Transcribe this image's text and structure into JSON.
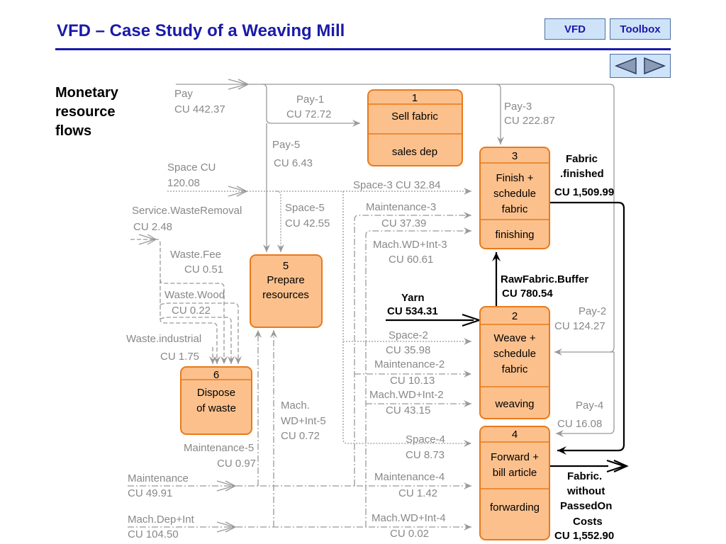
{
  "header": {
    "title": "VFD – Case Study of a Weaving Mill",
    "vfd_label": "VFD",
    "toolbox_label": "Toolbox"
  },
  "section_label": "Monetary\nresource\nflows",
  "boxes": {
    "b1": {
      "num": "1",
      "title": "Sell fabric",
      "dept": "sales dep"
    },
    "b2": {
      "num": "2",
      "title1": "Weave +",
      "title2": "schedule",
      "title3": "fabric",
      "dept": "weaving"
    },
    "b3": {
      "num": "3",
      "title1": "Finish +",
      "title2": "schedule",
      "title3": "fabric",
      "dept": "finishing"
    },
    "b4": {
      "num": "4",
      "title1": "Forward +",
      "title2": "bill article",
      "dept": "forwarding"
    },
    "b5": {
      "num": "5",
      "title1": "Prepare",
      "title2": "resources"
    },
    "b6": {
      "num": "6",
      "title1": "Dispose",
      "title2": "of waste"
    }
  },
  "labels": {
    "pay": "Pay",
    "pay_val": "CU 442.37",
    "pay1": "Pay-1",
    "pay1_val": "CU 72.72",
    "pay3": "Pay-3",
    "pay3_val": "CU 222.87",
    "pay5": "Pay-5",
    "pay5_val": "CU 6.43",
    "space": "Space CU",
    "space_val": "120.08",
    "space3": "Space-3  CU 32.84",
    "service": "Service.WasteRemoval",
    "service_val": "CU 2.48",
    "space5": "Space-5",
    "space5_val": "CU 42.55",
    "maint3": "Maintenance-3",
    "maint3_val": "CU 37.39",
    "mach3": "Mach.WD+Int-3",
    "mach3_val": "CU 60.61",
    "wastefee": "Waste.Fee",
    "wastefee_val": "CU 0.51",
    "wastewood": "Waste.Wood",
    "wastewood_val": "CU 0.22",
    "wasteind": "Waste.industrial",
    "wasteind_val": "CU 1.75",
    "space2": "Space-2",
    "space2_val": "CU 35.98",
    "maint2": "Maintenance-2",
    "maint2_val": "CU 10.13",
    "mach2": "Mach.WD+Int-2",
    "mach2_val": "CU 43.15",
    "pay2": "Pay-2",
    "pay2_val": "CU 124.27",
    "pay4": "Pay-4",
    "pay4_val": "CU 16.08",
    "mach5a": "Mach.",
    "mach5b": "WD+Int-5",
    "mach5_val": "CU 0.72",
    "maint5": "Maintenance-5",
    "maint5_val": "CU 0.97",
    "space4": "Space-4",
    "space4_val": "CU 8.73",
    "maint": "Maintenance",
    "maint_val": "CU 49.91",
    "maint4": "Maintenance-4",
    "maint4_val": "CU 1.42",
    "machdep": "Mach.Dep+Int",
    "machdep_val": "CU 104.50",
    "mach4": "Mach.WD+Int-4",
    "mach4_val": "CU 0.02"
  },
  "bold_labels": {
    "fabric_fin1": "Fabric",
    "fabric_fin2": ".finished",
    "fabric_fin_val": "CU 1,509.99",
    "rawfabric": "RawFabric.Buffer",
    "rawfabric_val": "CU 780.54",
    "yarn": "Yarn",
    "yarn_val": "CU 534.31",
    "fabric_out1": "Fabric.",
    "fabric_out2": "without",
    "fabric_out3": "PassedOn",
    "fabric_out4": "Costs",
    "fabric_out_val": "CU 1,552.90"
  }
}
